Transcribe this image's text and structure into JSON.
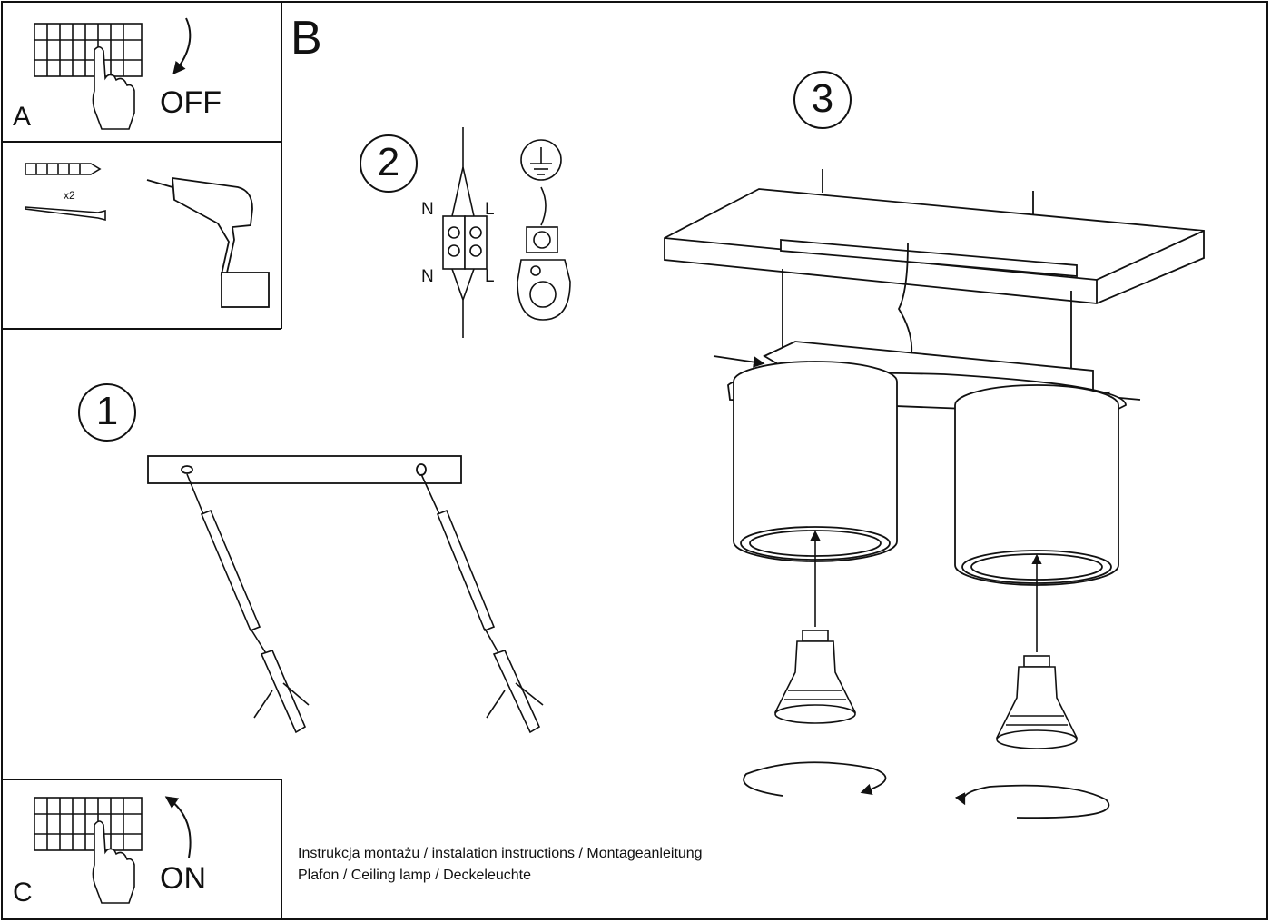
{
  "panels": {
    "a": {
      "letter": "A",
      "action": "OFF"
    },
    "drill": {
      "multiplier": "x2"
    },
    "b": {
      "letter": "B"
    },
    "c": {
      "letter": "C",
      "action": "ON"
    }
  },
  "steps": {
    "one": "1",
    "two": "2",
    "three": "3"
  },
  "wiring": {
    "n_top": "N",
    "l_top": "L",
    "n_bottom": "N",
    "l_bottom": "L"
  },
  "caption": {
    "line1": "Instrukcja montażu / instalation instructions / Montageanleitung",
    "line2": "Plafon / Ceiling lamp / Deckeleuchte"
  },
  "colors": {
    "ink": "#111111",
    "paper": "#ffffff",
    "shade": "#cfcfcf"
  },
  "icons": [
    "breaker-panel-icon",
    "hand-icon",
    "curved-arrow-icon",
    "wall-plug-icon",
    "screw-icon",
    "drill-icon",
    "earth-ground-icon",
    "terminal-block-icon",
    "gu10-bulb-icon",
    "rotate-arrow-icon"
  ]
}
